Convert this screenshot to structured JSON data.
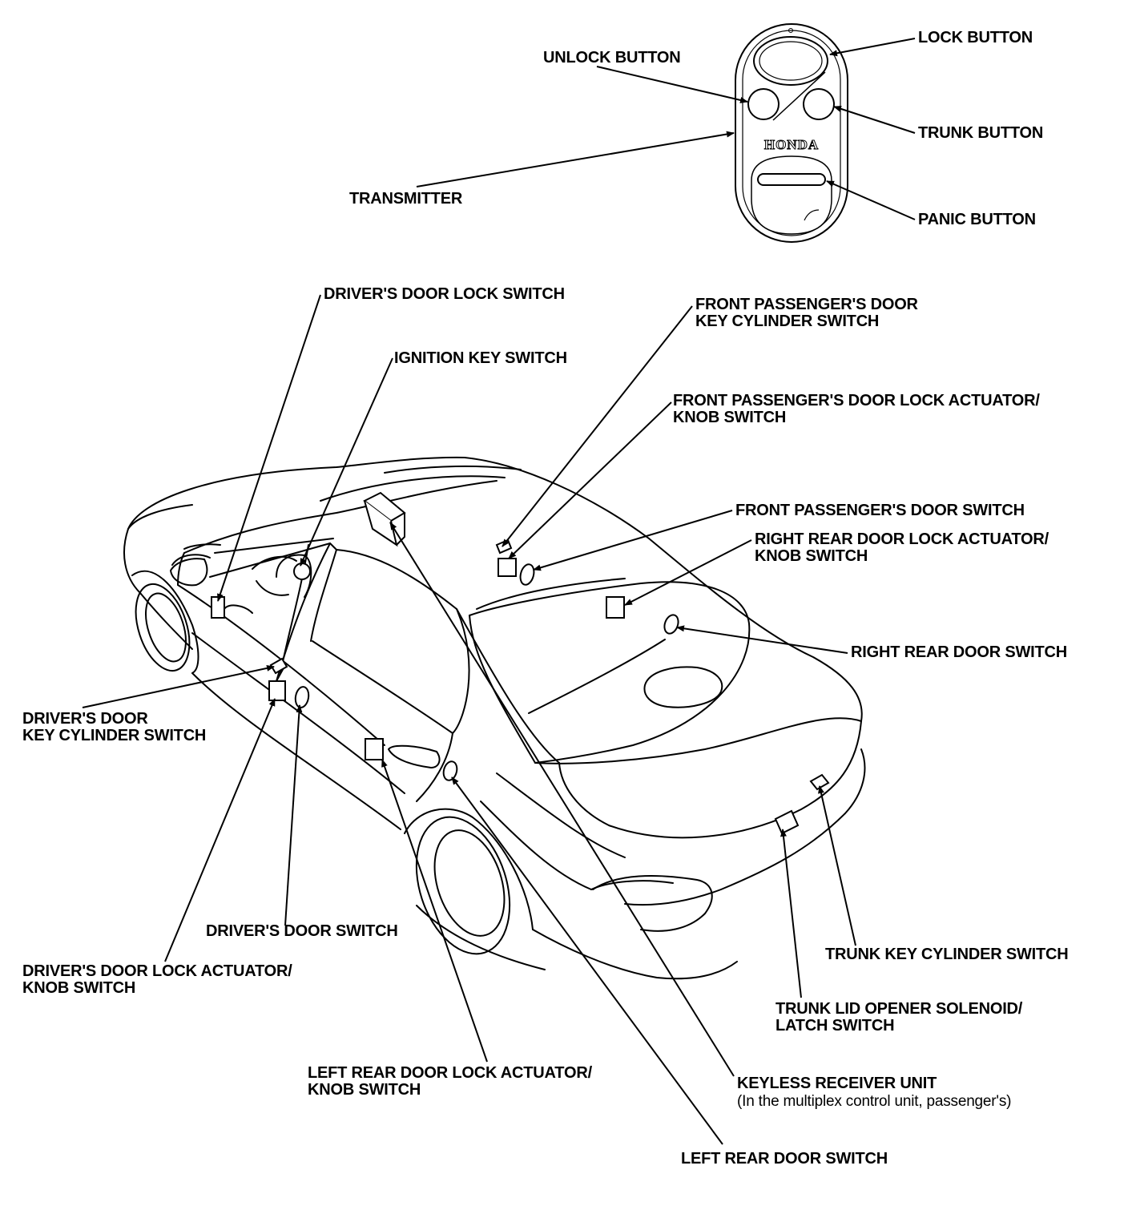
{
  "transmitter": {
    "brand": "HONDA",
    "labels": {
      "lock_button": "LOCK BUTTON",
      "unlock_button": "UNLOCK BUTTON",
      "trunk_button": "TRUNK BUTTON",
      "transmitter": "TRANSMITTER",
      "panic_button": "PANIC BUTTON"
    }
  },
  "car": {
    "labels": {
      "drivers_door_lock_switch": "DRIVER'S DOOR LOCK SWITCH",
      "ignition_key_switch": "IGNITION KEY SWITCH",
      "front_passenger_key_cyl_1": "FRONT PASSENGER'S DOOR",
      "front_passenger_key_cyl_2": "KEY CYLINDER SWITCH",
      "front_passenger_actuator_1": "FRONT PASSENGER'S DOOR LOCK ACTUATOR/",
      "front_passenger_actuator_2": "KNOB SWITCH",
      "front_passenger_door_switch": "FRONT PASSENGER'S DOOR SWITCH",
      "right_rear_actuator_1": "RIGHT REAR DOOR LOCK ACTUATOR/",
      "right_rear_actuator_2": "KNOB SWITCH",
      "right_rear_door_switch": "RIGHT REAR DOOR SWITCH",
      "drivers_key_cyl_1": "DRIVER'S DOOR",
      "drivers_key_cyl_2": "KEY CYLINDER SWITCH",
      "drivers_door_switch": "DRIVER'S DOOR SWITCH",
      "drivers_actuator_1": "DRIVER'S DOOR LOCK ACTUATOR/",
      "drivers_actuator_2": "KNOB SWITCH",
      "trunk_key_cyl_switch": "TRUNK KEY CYLINDER SWITCH",
      "trunk_lid_opener_1": "TRUNK LID OPENER SOLENOID/",
      "trunk_lid_opener_2": "LATCH SWITCH",
      "left_rear_actuator_1": "LEFT REAR DOOR LOCK ACTUATOR/",
      "left_rear_actuator_2": "KNOB SWITCH",
      "keyless_receiver_1": "KEYLESS RECEIVER UNIT",
      "keyless_receiver_2": "(In the multiplex control unit, passenger's)",
      "left_rear_door_switch": "LEFT REAR DOOR SWITCH"
    }
  }
}
